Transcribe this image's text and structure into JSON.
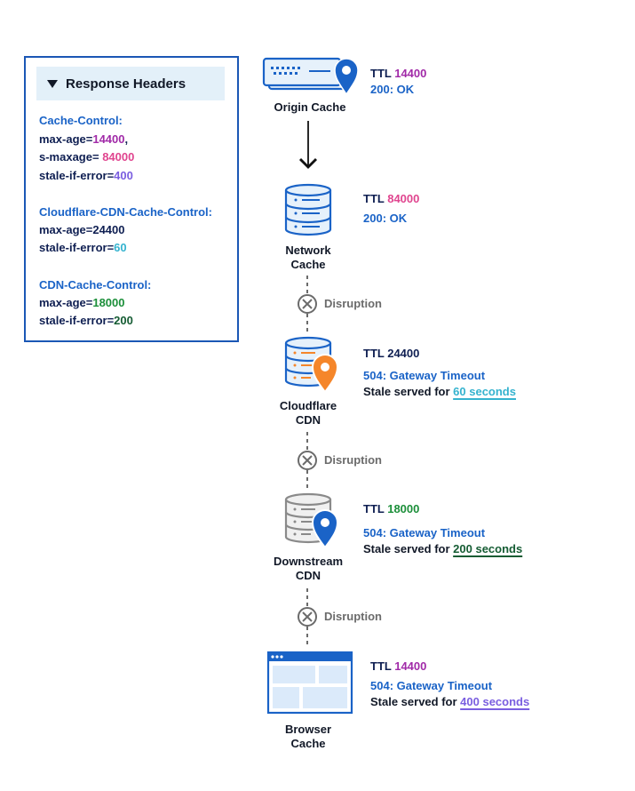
{
  "headers_panel": {
    "title": "Response Headers",
    "groups": [
      {
        "heading": "Cache-Control:",
        "lines": [
          {
            "key": "max-age=",
            "value": "14400",
            "suffix": ","
          },
          {
            "key": "s-maxage= ",
            "value": "84000",
            "suffix": ""
          },
          {
            "key": "stale-if-error=",
            "value": "400",
            "suffix": ""
          }
        ]
      },
      {
        "heading": "Cloudflare-CDN-Cache-Control:",
        "lines": [
          {
            "key": "max-age=",
            "value": "24400",
            "suffix": ""
          },
          {
            "key": "stale-if-error=",
            "value": "60",
            "suffix": ""
          }
        ]
      },
      {
        "heading": "CDN-Cache-Control:",
        "lines": [
          {
            "key": "max-age=",
            "value": "18000",
            "suffix": ""
          },
          {
            "key": "stale-if-error=",
            "value": "200",
            "suffix": ""
          }
        ]
      }
    ]
  },
  "nodes": [
    {
      "label_line1": "Origin Cache",
      "label_line2": "",
      "ttl_label": "TTL",
      "ttl_value": "14400",
      "status": "200: OK",
      "stale_prefix": "",
      "stale_value": "",
      "icon": "server-rack-with-pin-icon"
    },
    {
      "label_line1": "Network",
      "label_line2": "Cache",
      "ttl_label": "TTL",
      "ttl_value": "84000",
      "status": "200: OK",
      "stale_prefix": "",
      "stale_value": "",
      "icon": "database-icon"
    },
    {
      "label_line1": "Cloudflare",
      "label_line2": "CDN",
      "ttl_label": "TTL",
      "ttl_value": "24400",
      "status": "504: Gateway Timeout",
      "stale_prefix": "Stale served for ",
      "stale_value": "60 seconds",
      "icon": "database-with-orange-pin-icon"
    },
    {
      "label_line1": "Downstream",
      "label_line2": "CDN",
      "ttl_label": "TTL",
      "ttl_value": "18000",
      "status": "504: Gateway Timeout",
      "stale_prefix": "Stale served for ",
      "stale_value": "200 seconds",
      "icon": "database-with-blue-pin-icon"
    },
    {
      "label_line1": "Browser",
      "label_line2": "Cache",
      "ttl_label": "TTL",
      "ttl_value": "14400",
      "status": "504: Gateway Timeout",
      "stale_prefix": "Stale served for ",
      "stale_value": "400 seconds",
      "icon": "browser-window-icon"
    }
  ],
  "disruption_label": "Disruption",
  "colors": {
    "blue": "#1a63c7",
    "navy": "#0f1f52",
    "purple": "#a12aa8",
    "pink": "#e0458f",
    "violet": "#7a5ee0",
    "teal": "#35b3cf",
    "green": "#1c8f3a",
    "dark_green": "#155c33",
    "orange": "#f5862a",
    "panel_border": "#1b57b5",
    "panel_head_bg": "#e3f0f9"
  }
}
